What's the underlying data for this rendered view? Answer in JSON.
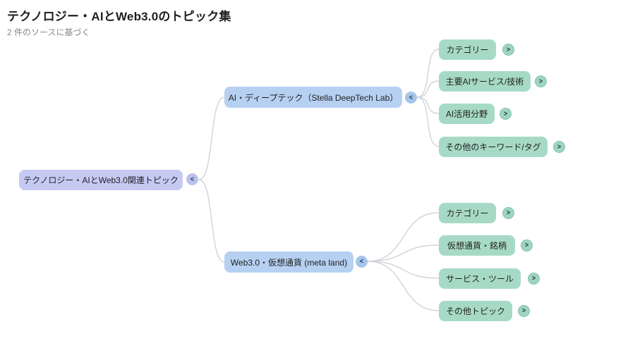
{
  "header": {
    "title": "テクノロジー・AIとWeb3.0のトピック集",
    "subtitle": "2 件のソースに基づく"
  },
  "icons": {
    "collapse": "<",
    "expand": ">"
  },
  "colors": {
    "root-bg": "#c6caf3",
    "root-btn": "#bcc1f0",
    "branch-bg": "#b6d0f1",
    "branch-btn": "#a5c5e9",
    "leaf-bg": "#a7dac6",
    "leaf-btn": "#9fd5c0",
    "leaf-btn-border": "#86c4ac",
    "connector": "#d4d5db",
    "text": "#1f1f1f",
    "subtitle-text": "#84888c"
  },
  "mindmap": {
    "root": {
      "label": "テクノロジー・AIとWeb3.0関連トピック"
    },
    "branches": [
      {
        "label": "AI・ディープテック（Stella DeepTech Lab）",
        "children": [
          {
            "label": "カテゴリー"
          },
          {
            "label": "主要AIサービス/技術"
          },
          {
            "label": "AI活用分野"
          },
          {
            "label": "その他のキーワード/タグ"
          }
        ]
      },
      {
        "label": "Web3.0・仮想通貨 (meta land)",
        "children": [
          {
            "label": "カテゴリー"
          },
          {
            "label": "仮想通貨・銘柄"
          },
          {
            "label": "サービス・ツール"
          },
          {
            "label": "その他トピック"
          }
        ]
      }
    ]
  }
}
